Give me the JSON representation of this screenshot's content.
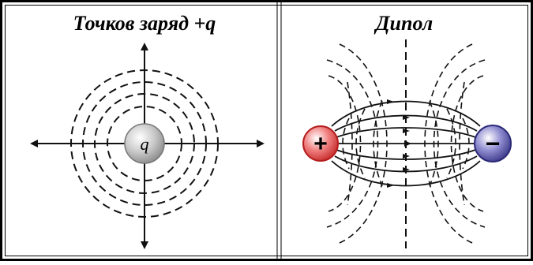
{
  "panels": [
    {
      "title": "Точков заряд +q",
      "charge_label": "q",
      "colors": {
        "sphere": "#b9b9b9",
        "lines": "#111111"
      }
    },
    {
      "title": "Дипол",
      "positive_sign": "+",
      "negative_sign": "−",
      "colors": {
        "positive_fill": "#e03a3a",
        "positive_edge": "#b51d1d",
        "negative_fill": "#5a57a8",
        "negative_edge": "#2d2a78",
        "lines": "#111111"
      }
    }
  ]
}
